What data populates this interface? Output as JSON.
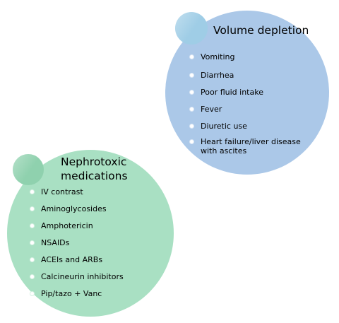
{
  "volume_depletion": {
    "title": "Volume depletion",
    "items": [
      "Vomiting",
      "Diarrhea",
      "Poor fluid intake",
      "Fever",
      "Diuretic use",
      "Heart failure/liver disease",
      "with ascites"
    ]
  },
  "nephrotoxic": {
    "title_line1": "Nephrotoxic",
    "title_line2": "medications",
    "items": [
      "IV contrast",
      "Aminoglycosides",
      "Amphotericin",
      "NSAIDs",
      "ACEIs and ARBs",
      "Calcineurin inhibitors",
      "Pip/tazo + Vanc"
    ]
  },
  "colors": {
    "blue_circle": "#abc8e8",
    "green_circle": "#a9e0c3",
    "blue_bubble": "#9fcde6",
    "green_bubble": "#8fd1ae"
  }
}
